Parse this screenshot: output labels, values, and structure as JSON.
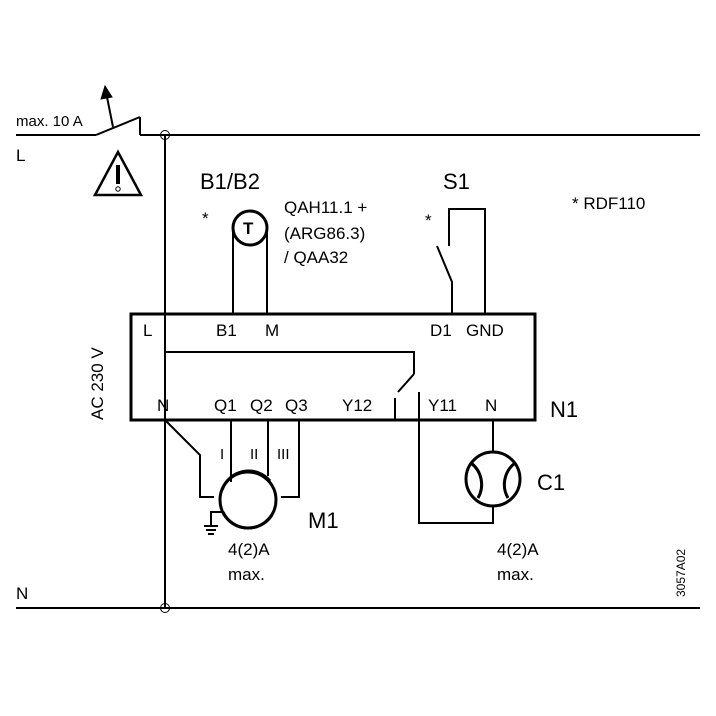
{
  "supply": {
    "fuse_label": "max. 10 A",
    "line_label": "L",
    "neutral_label": "N"
  },
  "sensor": {
    "designation": "B1/B2",
    "note_mark": "*",
    "symbol": "T",
    "models": [
      "QAH11.1 +",
      "(ARG86.3)",
      "/ QAA32"
    ]
  },
  "switch": {
    "designation": "S1",
    "note_mark": "*"
  },
  "footnote": "* RDF110",
  "controller": {
    "designation": "N1",
    "supply_voltage": "AC 230 V",
    "top_terminals": [
      "L",
      "B1",
      "M",
      "D1",
      "GND"
    ],
    "bottom_terminals": [
      "N",
      "Q1",
      "Q2",
      "Q3",
      "Y12",
      "Y11",
      "N"
    ]
  },
  "fan_motor": {
    "designation": "M1",
    "winding_labels": [
      "I",
      "II",
      "III"
    ],
    "rating": "4(2)A",
    "rating_suffix": "max."
  },
  "compressor": {
    "designation": "C1",
    "rating": "4(2)A",
    "rating_suffix": "max."
  },
  "drawing_number": "3057A02",
  "warning_icon": "warning-triangle-icon",
  "ground_icon": "ground-icon"
}
